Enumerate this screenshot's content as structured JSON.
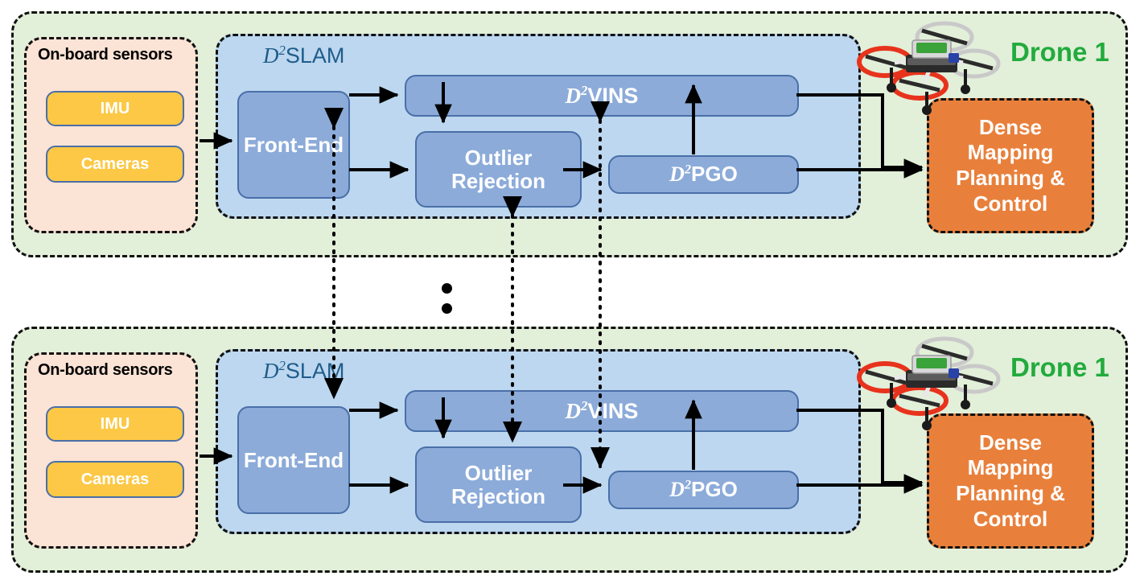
{
  "diagram": {
    "title": "D2SLAM multi-drone system architecture",
    "colors": {
      "drone_panel_fill": "#e2efd9",
      "sensors_fill": "#fbe3d5",
      "sensor_chip_fill": "#fcc845",
      "slam_fill": "#bcd7ef",
      "module_fill": "#8cabd9",
      "module_stroke": "#4a6fa8",
      "orange_fill": "#e8803c",
      "drone_label_color": "#22ab3d",
      "slam_title_color": "#1f5c8b",
      "arrow_color": "#000000",
      "prop_guard_red": "#e8331c",
      "prop_guard_white": "#dcdcdc",
      "drone_pcb_green": "#3aa33a"
    },
    "drones": [
      {
        "label": "Drone 1",
        "sensors": {
          "title": "On-board sensors",
          "chips": [
            "IMU",
            "Cameras"
          ]
        },
        "slam": {
          "title_prefix": "D",
          "title_sup": "2",
          "title_suffix": "SLAM",
          "modules": [
            {
              "id": "front-end",
              "label": "Front-End",
              "math": false
            },
            {
              "id": "vins",
              "label_prefix": "D",
              "label_sup": "2",
              "label_suffix": "VINS",
              "math": true
            },
            {
              "id": "outlier-rejection",
              "label": "Outlier Rejection",
              "math": false
            },
            {
              "id": "pgo",
              "label_prefix": "D",
              "label_sup": "2",
              "label_suffix": "PGO",
              "math": true
            }
          ]
        },
        "output": {
          "label": "Dense Mapping Planning & Control",
          "lines": [
            "Dense",
            "Mapping",
            "Planning &",
            "Control"
          ]
        }
      },
      {
        "label": "Drone 1",
        "sensors": {
          "title": "On-board sensors",
          "chips": [
            "IMU",
            "Cameras"
          ]
        },
        "slam": {
          "title_prefix": "D",
          "title_sup": "2",
          "title_suffix": "SLAM",
          "modules": [
            {
              "id": "front-end",
              "label": "Front-End",
              "math": false
            },
            {
              "id": "vins",
              "label_prefix": "D",
              "label_sup": "2",
              "label_suffix": "VINS",
              "math": true
            },
            {
              "id": "outlier-rejection",
              "label": "Outlier Rejection",
              "math": false
            },
            {
              "id": "pgo",
              "label_prefix": "D",
              "label_sup": "2",
              "label_suffix": "PGO",
              "math": true
            }
          ]
        },
        "output": {
          "label": "Dense Mapping Planning & Control",
          "lines": [
            "Dense",
            "Mapping",
            "Planning &",
            "Control"
          ]
        }
      }
    ],
    "vertical_ellipsis": "⋮",
    "inter_drone_links": [
      {
        "name": "front-end-link",
        "style": "dotted",
        "direction": "bidirectional"
      },
      {
        "name": "outlier-rejection-link",
        "style": "dotted",
        "direction": "bidirectional"
      },
      {
        "name": "pgo-vins-link",
        "style": "dotted",
        "direction": "bidirectional"
      }
    ]
  }
}
